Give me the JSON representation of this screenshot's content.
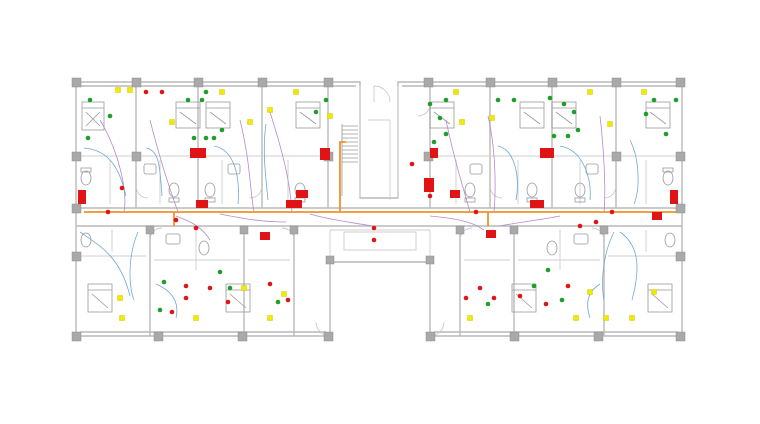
{
  "plan": {
    "colors": {
      "background": "#ffffff",
      "wall": "#b9b9b9",
      "column": "#a9a9a9",
      "main_trunk": "#f0922e",
      "branch_purple": "#b48acb",
      "branch_blue": "#6fa8d6",
      "device_red": "#e01414",
      "device_green": "#1f9d2a",
      "device_yellow": "#f3e800"
    },
    "icons": [
      "column",
      "bed",
      "toilet",
      "sink",
      "stair",
      "door-swing",
      "red-panel",
      "detector-dot",
      "indicator-square"
    ]
  }
}
